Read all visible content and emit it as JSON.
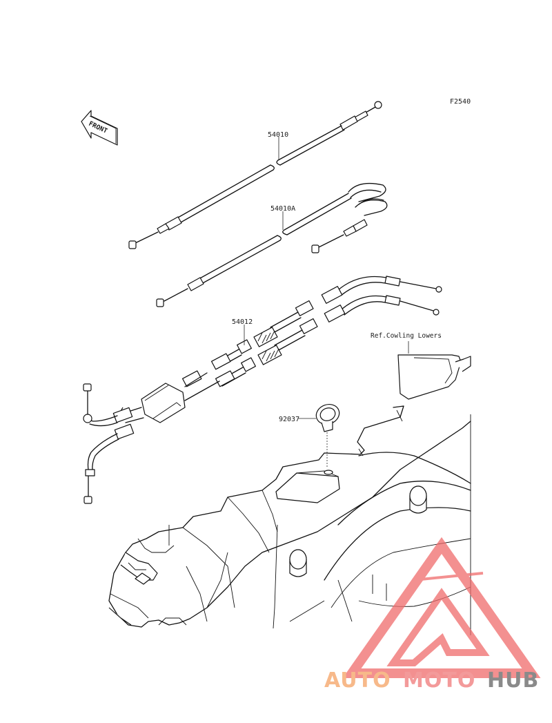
{
  "diagram": {
    "figure_code": "F2540",
    "front_marker": "FRONT",
    "reference_note": "Ref.Cowling Lowers",
    "parts": [
      {
        "number": "54010"
      },
      {
        "number": "54010A"
      },
      {
        "number": "54012"
      },
      {
        "number": "92037"
      }
    ]
  },
  "watermark": {
    "word_1": "AUTO",
    "word_2": "MOTO",
    "word_3": "HUB",
    "colors": {
      "auto": "#f7b98a",
      "moto": "#f39a9a",
      "hub": "#8a8a8a",
      "triangle": "#f06b6b"
    }
  }
}
